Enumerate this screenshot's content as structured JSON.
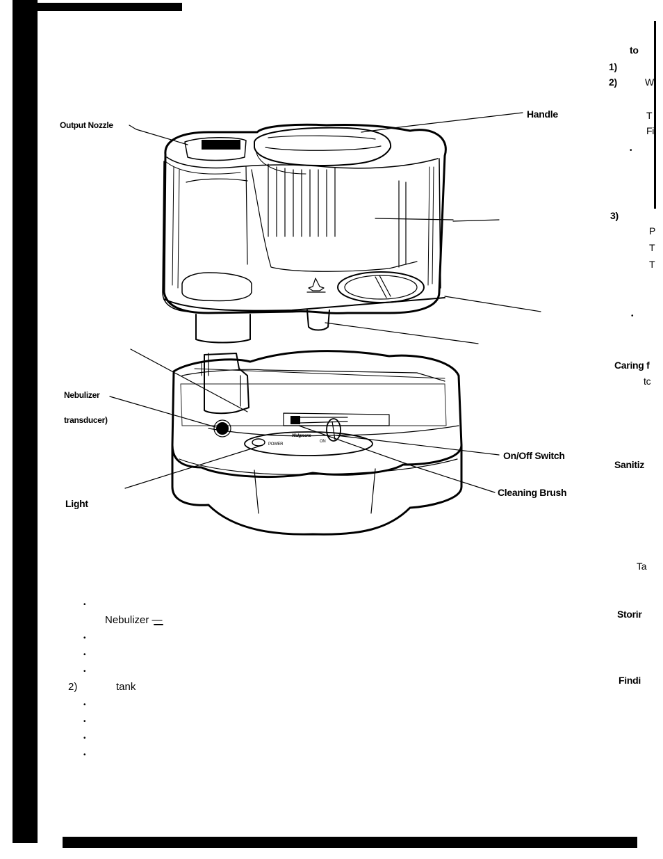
{
  "diagram": {
    "labels": {
      "output_nozzle": "Output Nozzle",
      "handle": "Handle",
      "nebulizer": "Nebulizer",
      "transducer": "transducer)",
      "light": "Light",
      "on_off_switch": "On/Off Switch",
      "cleaning_brush": "Cleaning Brush",
      "panel_power": "POWER",
      "panel_on": "ON",
      "panel_brand": "Walgreens"
    }
  },
  "lower_list": {
    "item1_text": "Nebulizer —",
    "item2_number": "2)",
    "item2_text": "tank"
  },
  "right_column": {
    "to": "to",
    "n1": "1)",
    "n2": "2)",
    "w_frag": "W",
    "t_frag": "T",
    "f_frag": "Fi",
    "n3": "3)",
    "p_frag": "P",
    "t2": "T",
    "t3": "T",
    "caring": "Caring f",
    "tc": "tc",
    "sanitiz": "Sanitiz",
    "ta": "Ta",
    "storir": "Storir",
    "findi": "Findi"
  }
}
